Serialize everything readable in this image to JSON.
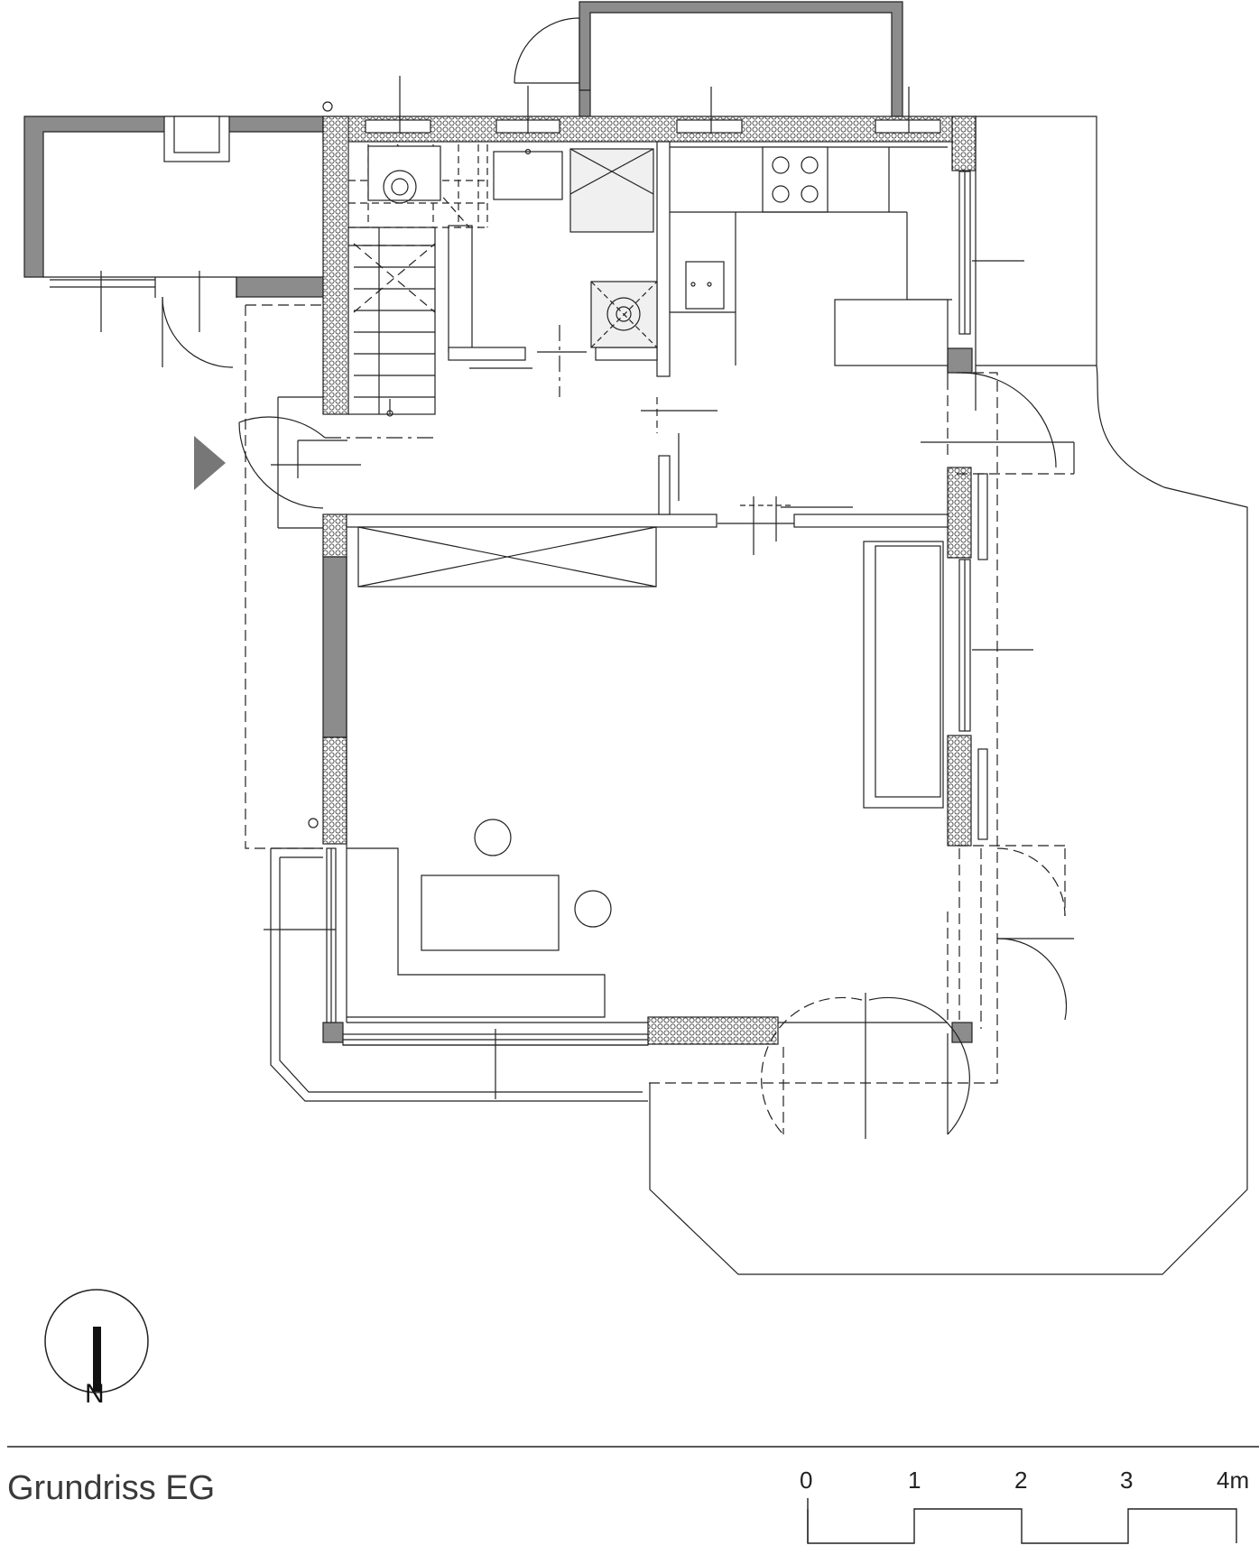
{
  "title": "Grundriss EG",
  "north_label": "N",
  "scale": {
    "ticks": [
      "0",
      "1",
      "2",
      "3",
      "4m"
    ]
  },
  "colors": {
    "wall_fill": "#8c8c8c",
    "line": "#222222",
    "entrance_arrow": "#777777"
  }
}
